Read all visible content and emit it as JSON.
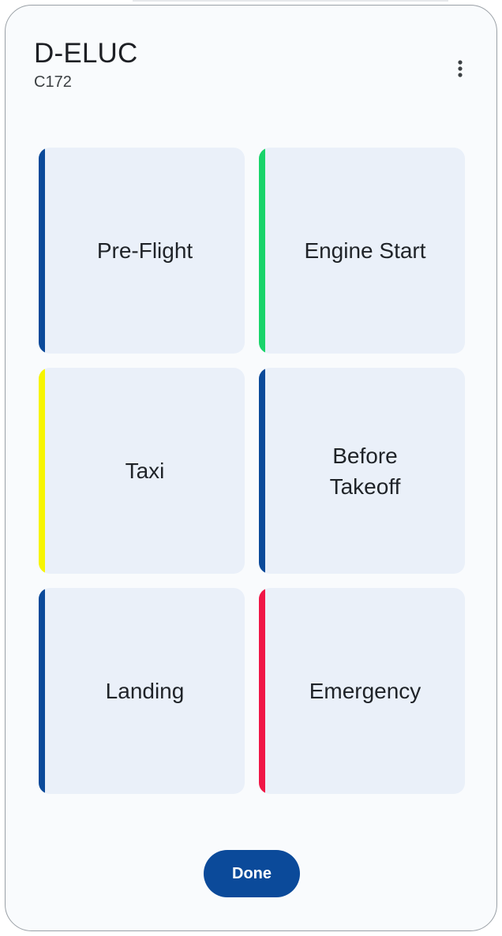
{
  "header": {
    "title": "D-ELUC",
    "subtitle": "C172"
  },
  "icons": {
    "menu": "more-vertical-icon"
  },
  "checklists": [
    {
      "label": "Pre-Flight",
      "color": "#0b4a9a"
    },
    {
      "label": "Engine Start",
      "color": "#19d46a"
    },
    {
      "label": "Taxi",
      "color": "#f7f500"
    },
    {
      "label": "Before Takeoff",
      "color": "#0b4a9a"
    },
    {
      "label": "Landing",
      "color": "#0b4a9a"
    },
    {
      "label": "Emergency",
      "color": "#f01646"
    }
  ],
  "actions": {
    "done_label": "Done"
  },
  "colors": {
    "primary": "#0b4a9a",
    "tile_background": "#eaf0f9",
    "surface": "#f9fbfd"
  }
}
